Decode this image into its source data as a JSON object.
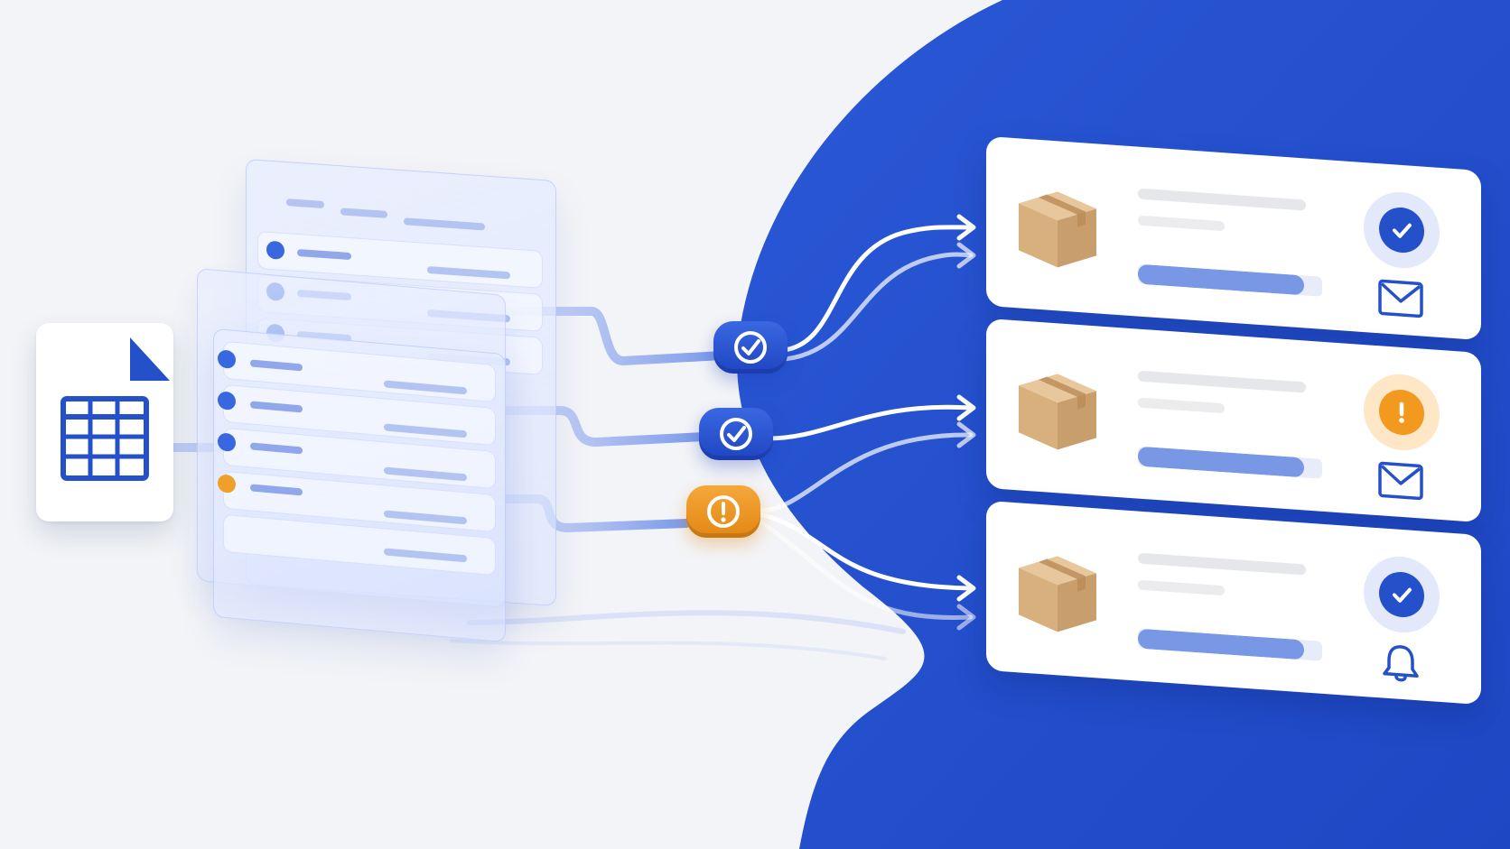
{
  "colors": {
    "background": "#f3f4f7",
    "brand_blue": "#2552d0",
    "accent_blue": "#2450c9",
    "warning_orange": "#f19a1f",
    "progress_blue": "#7898e6",
    "box_tan": "#d9b486"
  },
  "source": {
    "icon": "spreadsheet-file-icon"
  },
  "records": [
    {
      "status": "ok"
    },
    {
      "status": "ok"
    },
    {
      "status": "warning"
    }
  ],
  "checkpoints": [
    {
      "status": "ok",
      "icon": "check-circle-icon"
    },
    {
      "status": "ok",
      "icon": "check-circle-icon"
    },
    {
      "status": "warning",
      "icon": "exclamation-circle-icon"
    }
  ],
  "shipments": [
    {
      "status": "ok",
      "status_icon": "check-icon",
      "notify_icon": "envelope-icon",
      "progress": 0.9
    },
    {
      "status": "warning",
      "status_icon": "exclamation-icon",
      "notify_icon": "envelope-icon",
      "progress": 0.9
    },
    {
      "status": "ok",
      "status_icon": "check-icon",
      "notify_icon": "bell-icon",
      "progress": 0.9
    }
  ]
}
